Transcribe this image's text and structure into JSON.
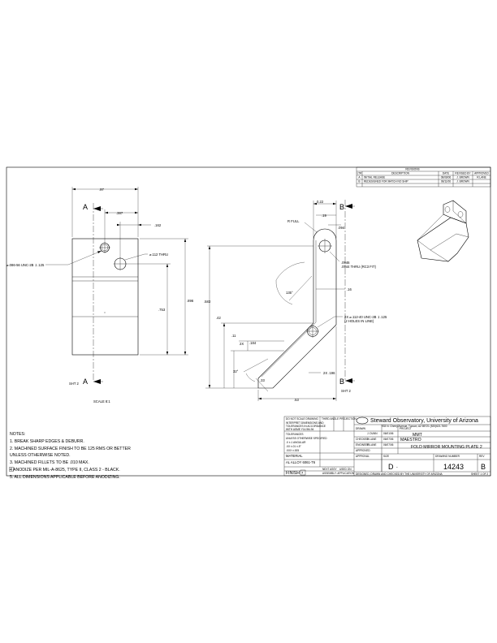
{
  "revisions": {
    "title": "REVISIONS",
    "headers": [
      "LTR",
      "DESCRIPTION",
      "DATE",
      "REVISED BY",
      "APPROVED"
    ],
    "rows": [
      [
        "A",
        "INITIAL RELEASE",
        "08/08/06",
        "J. BROWN",
        "R.LANE"
      ],
      [
        "B",
        "REDESIGNED FOR MATCH NO SHIP",
        "08/11/06",
        "J. BROWN",
        ""
      ]
    ]
  },
  "front_view": {
    "dim_overall_width": ".97",
    "dim_hole1_x": ".387",
    "dim_hole2_x": ".162",
    "dim_height_total": ".896",
    "dim_height_hole": ".753",
    "callout_tapped": "⌀.086-56 UNC-2B ↧.125",
    "callout_thru": "⌀.112 THRU",
    "section_top": "A",
    "section_bottom": "A",
    "sht_label": "SHT 2",
    "scale": "SCALE 8:1"
  },
  "side_view": {
    "dim_top_width": "0.22",
    "dim_top_offset": ".19",
    "dim_hole_y": ".094",
    "radius": "R FULL",
    "callout_rc3": ".0946\n.0944 THRU (RC3 FIT)",
    "dim_16": ".16",
    "dim_583": ".583",
    "dim_42": ".42",
    "dim_11": ".11",
    "dim_2x": "2X",
    "dim_184": ".184",
    "angle_135": "135°",
    "callout_holes": "2X ⌀.112-40 UNC-2B ↧.125",
    "callout_holes2": "(2 HOLES IN LINE)",
    "dim_2x_196": "2X .196",
    "angle_32": "32°",
    "dim_33": ".33",
    "dim_53": ".53",
    "section_top": "B",
    "section_bottom": "B",
    "sht_label": "SHT 2"
  },
  "notes": {
    "title": "NOTES:",
    "items": [
      "1.  BREAK SHARP EDGES & DEBURR.",
      "2.  MACHINED SURFACE FINISH TO BE 125 RMS OR BETTER",
      "     UNLESS OTHERWISE NOTED.",
      "3.  MACHINED FILLETS TO BE .010 MAX.",
      "4   ANODIZE PER MIL-A-8625, TYPE II, CLASS 2 - BLACK.",
      "5.  ALL DIMENSIONS APPLICABLE BEFORE ANODIZING."
    ]
  },
  "title_block": {
    "org": "Steward Observatory, University of Arizona",
    "address": "933 N. Cherry Avenue, Tucson, AZ 85721  (520)621-7600",
    "tolerance_header": "DO NOT SCALE DRAWING",
    "material_label": "MATERIAL",
    "material": "AL ALLOY 6061-T6",
    "finish_label": "FINISH",
    "project_label": "PROJECT",
    "project": "MMT",
    "subproject": "MAESTRO",
    "title": "FOLD MIRROR MOUNTING PLATE 2",
    "size_label": "SIZE",
    "size": "D",
    "dwg_label": "DRAWING NUMBER",
    "dwg_no": "14243",
    "rev_label": "REV",
    "rev": "B",
    "sheet": "SHEET 1 OF 2",
    "drawn_by": "J. DUNN",
    "drawn_date": "06/01/06",
    "checked_by": "R.LANE",
    "checked_date": "06/07/06",
    "engineer": "R.LANE",
    "engineer_date": "06/07/06",
    "next_assy": "NEXT ASSY",
    "used_on": "USED ON",
    "assembly": "ASSEMBLY: APPLICATION",
    "footer": "DESIGNED, DRAWN AND CHECKED BY THE UNIVERSITY OF ARIZONA"
  }
}
